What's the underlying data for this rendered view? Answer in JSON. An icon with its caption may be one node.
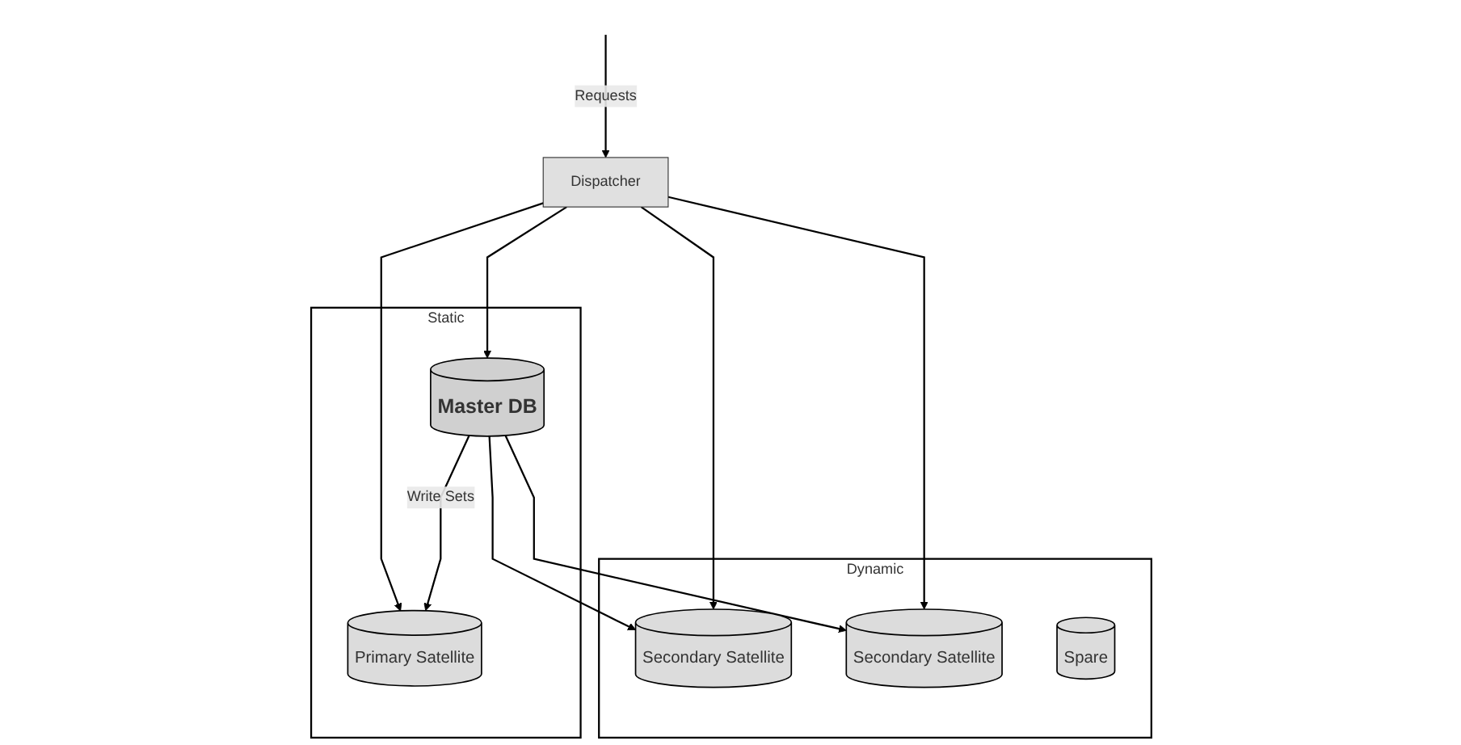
{
  "diagram": {
    "nodes": [
      {
        "text": [
          "Dispatcher"
        ]
      },
      {
        "text": [
          "Static"
        ]
      },
      {
        "text": [
          "Master DB"
        ],
        "in": 1
      },
      {
        "text": [
          "Primary Satellite"
        ],
        "in": 1
      },
      {
        "text": [
          "Dynamic"
        ]
      },
      {
        "text": [
          "Secondary Satellite"
        ],
        "in": 4
      },
      {
        "text": [
          "Secondary Satellite"
        ],
        "in": 4
      },
      {
        "text": [
          "Spare"
        ],
        "in": 4
      }
    ],
    "edges": [
      {
        "from": null,
        "to": 0,
        "arrow": "to",
        "label": "Requests"
      },
      {
        "from": 0,
        "to": 2,
        "arrow": "to"
      },
      {
        "from": 0,
        "to": 3,
        "arrow": "to"
      },
      {
        "from": 0,
        "to": 5,
        "arrow": "to"
      },
      {
        "from": 0,
        "to": 6,
        "arrow": "to"
      },
      {
        "from": 2,
        "to": 3,
        "arrow": "to",
        "label": "Write Sets"
      },
      {
        "from": 2,
        "to": 5,
        "arrow": "to"
      },
      {
        "from": 2,
        "to": 6,
        "arrow": "to"
      }
    ]
  }
}
